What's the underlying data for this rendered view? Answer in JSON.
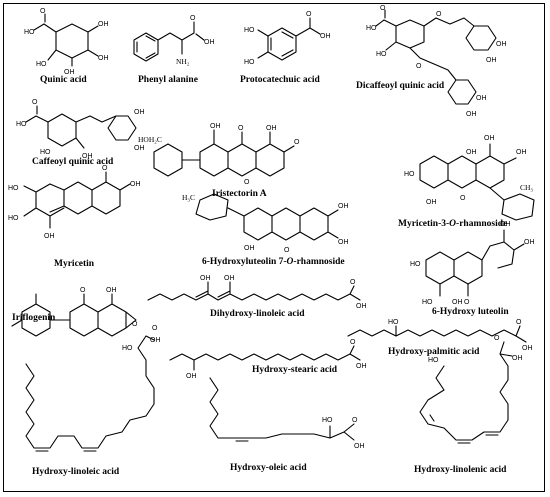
{
  "figure": {
    "compounds": [
      {
        "id": "quinic",
        "name": "Quinic acid"
      },
      {
        "id": "phe",
        "name": "Phenyl alanine"
      },
      {
        "id": "pca",
        "name": "Protocatechuic acid"
      },
      {
        "id": "dcqa",
        "name": "Dicaffeoyl quinic acid"
      },
      {
        "id": "cqa",
        "name": "Caffeoyl quinic acid"
      },
      {
        "id": "iris",
        "name": "Iristectorin A"
      },
      {
        "id": "myr3",
        "name_pre": "Myricetin-3-",
        "name_it": "O",
        "name_post": "-rhamnoside"
      },
      {
        "id": "hl7",
        "name_pre": "6-Hydroxyluteolin 7-",
        "name_it": "O",
        "name_post": "-rhamnoside"
      },
      {
        "id": "myr",
        "name": "Myricetin"
      },
      {
        "id": "hlut",
        "name": "6-Hydroxy luteolin"
      },
      {
        "id": "irif",
        "name": "Iriflogenin"
      },
      {
        "id": "dhla",
        "name": "Dihydroxy-linoleic acid"
      },
      {
        "id": "hpa",
        "name": "Hydroxy-palmitic acid"
      },
      {
        "id": "hsa",
        "name": "Hydroxy-stearic acid"
      },
      {
        "id": "hla",
        "name": "Hydroxy-linoleic acid"
      },
      {
        "id": "hoa",
        "name": "Hydroxy-oleic acid"
      },
      {
        "id": "hlna",
        "name": "Hydroxy-linolenic acid"
      }
    ],
    "atom_tags": {
      "h2n": "NH₂",
      "hoh2c": "HOH₂C",
      "h3c": "H₃C",
      "ch3": "CH₃"
    }
  }
}
